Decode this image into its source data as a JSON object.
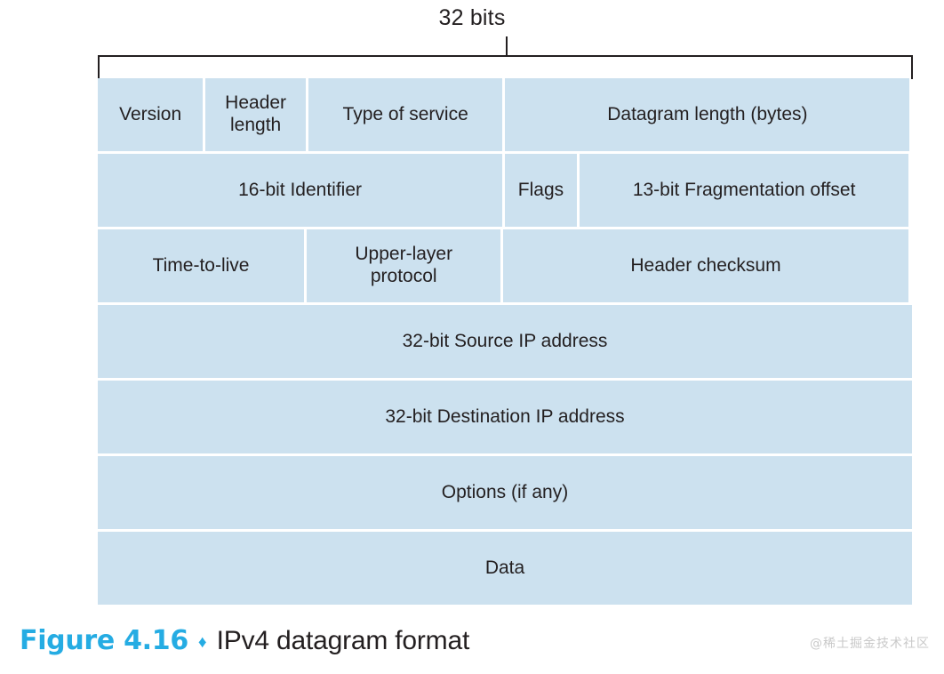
{
  "figure": {
    "bits_label": "32 bits",
    "caption_figure": "Figure 4.16",
    "caption_diamond": "♦",
    "caption_title": "IPv4 datagram format",
    "watermark": "@稀土掘金技术社区",
    "colors": {
      "cell_fill": "#cce1ef",
      "accent_blue": "#25ace3",
      "text": "#231f20",
      "rule": "#231f20",
      "watermark": "#c9c9c9"
    }
  },
  "diagram": {
    "type": "packet-format",
    "total_bits": 32,
    "rows": [
      {
        "index": 0,
        "cells": [
          {
            "label": "Version",
            "bits": 4,
            "width_pct": 13.1
          },
          {
            "label": "Header\nlength",
            "bits": 4,
            "width_pct": 12.5
          },
          {
            "label": "Type of service",
            "bits": 8,
            "width_pct": 24.0
          },
          {
            "label": "Datagram length (bytes)",
            "bits": 16,
            "width_pct": 49.8
          }
        ]
      },
      {
        "index": 1,
        "cells": [
          {
            "label": "16-bit Identifier",
            "bits": 16,
            "width_pct": 49.8
          },
          {
            "label": "Flags",
            "bits": 3,
            "width_pct": 9.0
          },
          {
            "label": "13-bit Fragmentation offset",
            "bits": 13,
            "width_pct": 40.6
          }
        ]
      },
      {
        "index": 2,
        "cells": [
          {
            "label": "Time-to-live",
            "bits": 8,
            "width_pct": 25.5
          },
          {
            "label": "Upper-layer\nprotocol",
            "bits": 8,
            "width_pct": 24.0
          },
          {
            "label": "Header checksum",
            "bits": 16,
            "width_pct": 49.8
          }
        ]
      },
      {
        "index": 3,
        "cells": [
          {
            "label": "32-bit Source IP address",
            "bits": 32,
            "width_pct": 100
          }
        ]
      },
      {
        "index": 4,
        "cells": [
          {
            "label": "32-bit Destination IP address",
            "bits": 32,
            "width_pct": 100
          }
        ]
      },
      {
        "index": 5,
        "cells": [
          {
            "label": "Options (if any)",
            "bits": 0,
            "width_pct": 100
          }
        ]
      },
      {
        "index": 6,
        "cells": [
          {
            "label": "Data",
            "bits": 0,
            "width_pct": 100
          }
        ]
      }
    ]
  }
}
